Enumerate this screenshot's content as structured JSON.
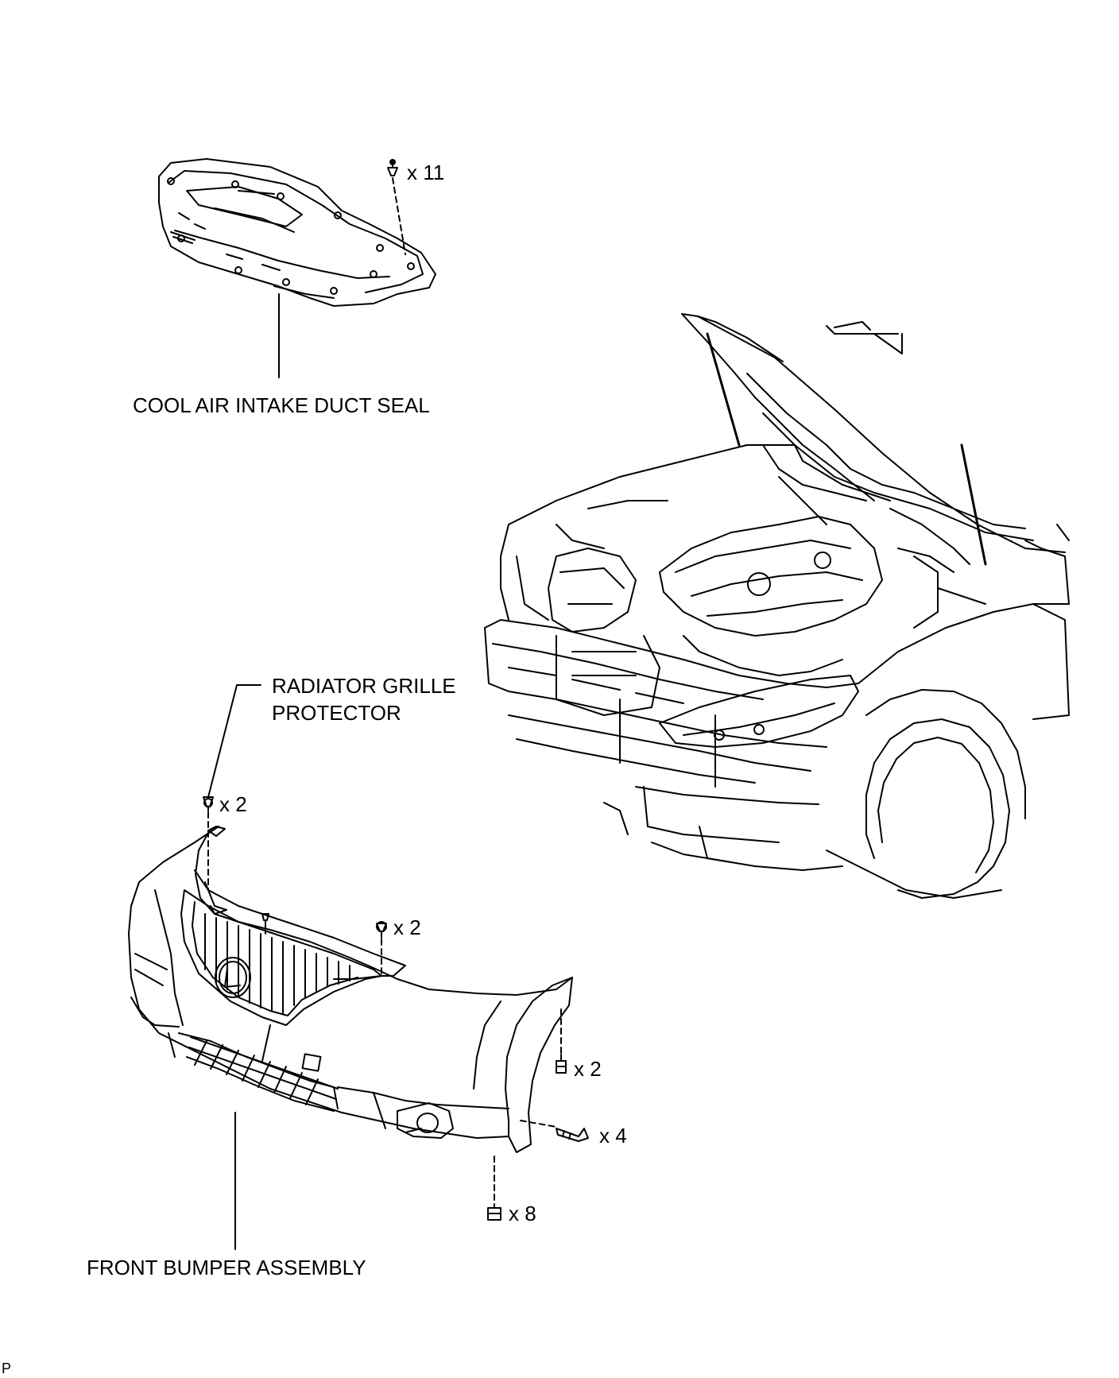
{
  "labels": {
    "cool_air_intake_duct_seal": "COOL AIR INTAKE DUCT SEAL",
    "radiator_grille_protector_line1": "RADIATOR GRILLE",
    "radiator_grille_protector_line2": "PROTECTOR",
    "front_bumper_assembly": "FRONT BUMPER ASSEMBLY"
  },
  "fasteners": {
    "duct_seal_clips": "x 11",
    "grille_protector_clips": "x 2",
    "bumper_top_clips": "x 2",
    "bumper_side_screws": "x 2",
    "bumper_rear_screws": "x 4",
    "bumper_bottom_screws": "x 8"
  },
  "figure_code": "P"
}
